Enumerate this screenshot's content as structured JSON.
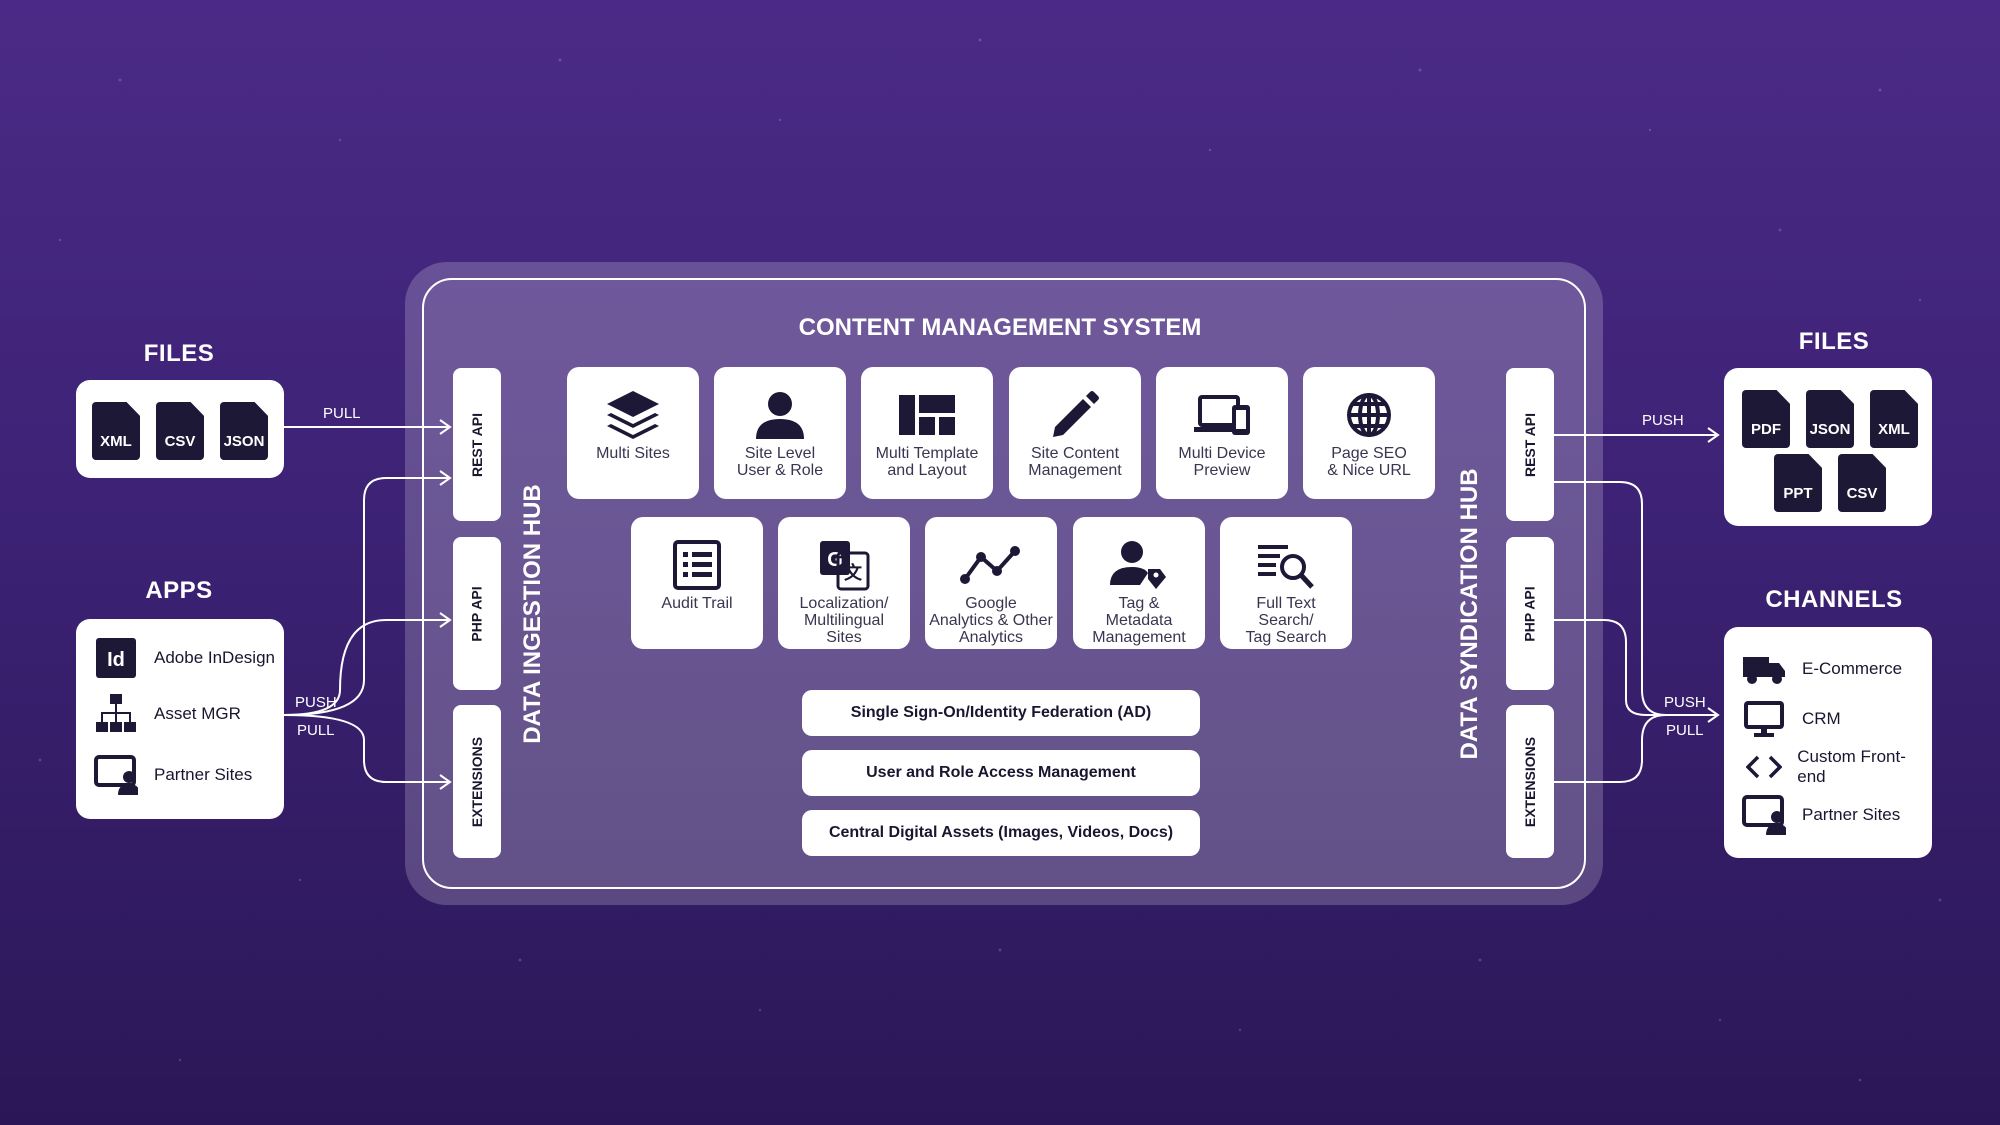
{
  "files_left": {
    "title": "FILES",
    "types": [
      "XML",
      "CSV",
      "JSON"
    ]
  },
  "apps": {
    "title": "APPS",
    "items": [
      {
        "label": "Adobe InDesign",
        "icon": "indesign-icon"
      },
      {
        "label": "Asset MGR",
        "icon": "hierarchy-icon"
      },
      {
        "label": "Partner Sites",
        "icon": "partner-screen-icon"
      }
    ]
  },
  "connectors": {
    "pull": "PULL",
    "push": "PUSH"
  },
  "cms": {
    "title": "CONTENT MANAGEMENT SYSTEM",
    "ingestion_hub": "DATA INGESTION HUB",
    "syndication_hub": "DATA SYNDICATION HUB",
    "ports": [
      "REST API",
      "PHP API",
      "EXTENSIONS"
    ],
    "features_row1": [
      {
        "label": "Multi Sites",
        "icon": "layers-icon"
      },
      {
        "label": "Site Level\nUser & Role",
        "icon": "user-icon"
      },
      {
        "label": "Multi Template\nand Layout",
        "icon": "layout-icon"
      },
      {
        "label": "Site Content\nManagement",
        "icon": "pencil-icon"
      },
      {
        "label": "Multi Device\nPreview",
        "icon": "devices-icon"
      },
      {
        "label": "Page SEO\n& Nice URL",
        "icon": "globe-icon"
      }
    ],
    "features_row2": [
      {
        "label": "Audit Trail",
        "icon": "list-icon"
      },
      {
        "label": "Localization/\nMultilingual\nSites",
        "icon": "translate-icon"
      },
      {
        "label": "Google\nAnalytics & Other\nAnalytics",
        "icon": "analytics-icon"
      },
      {
        "label": "Tag &\nMetadata\nManagement",
        "icon": "user-tag-icon"
      },
      {
        "label": "Full Text\nSearch/\nTag Search",
        "icon": "search-text-icon"
      }
    ],
    "services": [
      "Single Sign-On/Identity Federation (AD)",
      "User and Role Access Management",
      "Central Digital Assets (Images, Videos, Docs)"
    ]
  },
  "files_right": {
    "title": "FILES",
    "types": [
      "PDF",
      "JSON",
      "XML",
      "PPT",
      "CSV"
    ]
  },
  "channels": {
    "title": "CHANNELS",
    "items": [
      {
        "label": "E-Commerce",
        "icon": "truck-icon"
      },
      {
        "label": "CRM",
        "icon": "monitor-icon"
      },
      {
        "label": "Custom Front-end",
        "icon": "code-icon"
      },
      {
        "label": "Partner Sites",
        "icon": "partner-screen-icon"
      }
    ]
  },
  "colors": {
    "bg_top": "#4a2a86",
    "bg_bottom": "#2b1757",
    "dark": "#1d1836",
    "white": "#ffffff"
  }
}
